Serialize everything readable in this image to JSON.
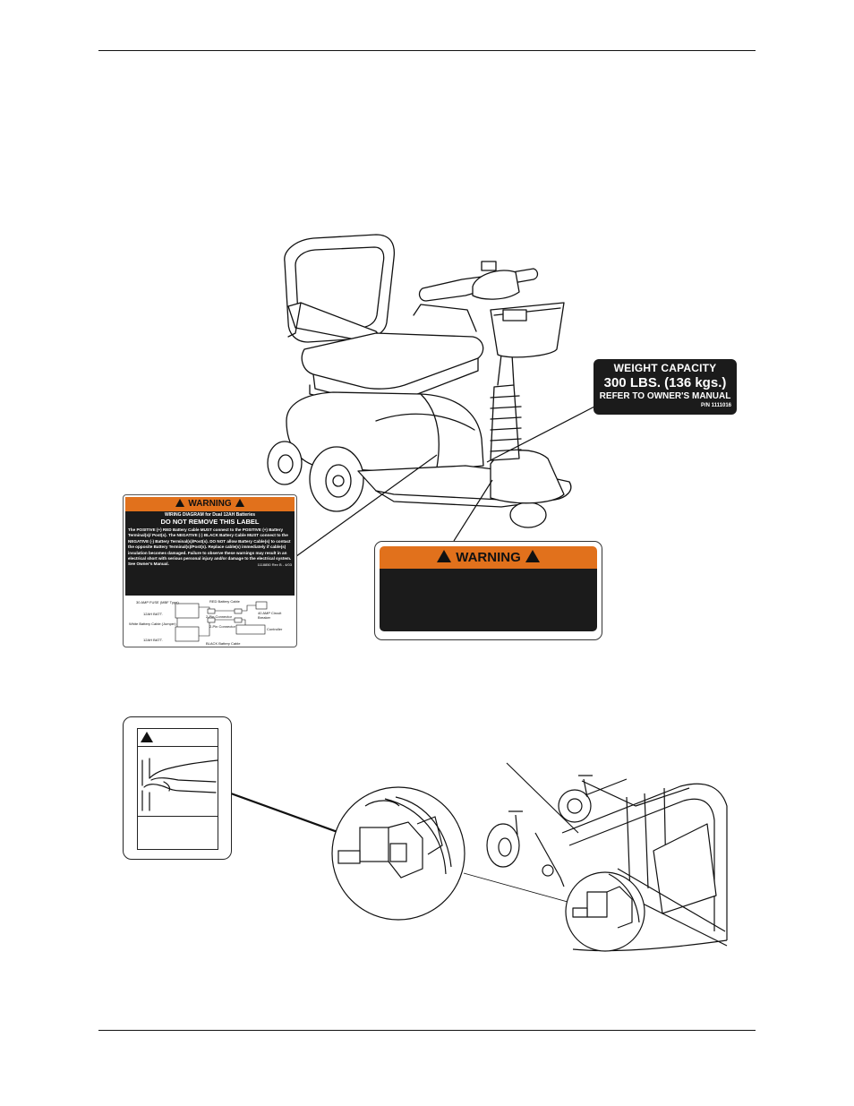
{
  "labels": {
    "weight_capacity": {
      "line1": "WEIGHT CAPACITY",
      "line2": "300 LBS. (136 kgs.)",
      "line3": "REFER TO OWNER'S MANUAL",
      "part_number": "P/N 1111016"
    },
    "wiring_warning": {
      "header": "WARNING",
      "subtitle": "WIRING DIAGRAM for Dual 12AH Batteries",
      "title": "DO NOT REMOVE THIS LABEL",
      "body": "The POSITIVE (+) RED Battery Cable MUST connect to the POSITIVE (+) Battery Terminal(s)/ Post(s). The NEGATIVE (-) BLACK Battery Cable MUST connect to the NEGATIVE (-) Battery Terminal(s)/Post(s). DO NOT allow Battery Cable(s) to contact the opposite Battery Terminal(s)/Post(s). Replace cable(s) immediately if cable(s) insulation becomes damaged. Failure to observe these warnings may result in an electrical short with serious personal injury and/or damage to the electrical system. See Owner's Manual.",
      "part_number": "1118850 Rev B - 4/03",
      "diagram": {
        "fuse": "30 AMP FUSE (MBF Type)",
        "battery_top": "12AH BATT.",
        "white_cable": "White Battery Cable (Jumper)",
        "battery_bottom": "12AH BATT.",
        "red_cable": "RED Battery Cable",
        "connector_a": "2-Pin Connector",
        "connector_b": "2-Pin Connector",
        "breaker": "40 AMP Circuit Breaker",
        "controller": "Controller",
        "black_cable": "BLACK Battery Cable"
      }
    },
    "warning_large": {
      "header": "WARNING"
    }
  },
  "colors": {
    "warning_orange": "#e1711c",
    "label_black": "#1b1b1b"
  }
}
